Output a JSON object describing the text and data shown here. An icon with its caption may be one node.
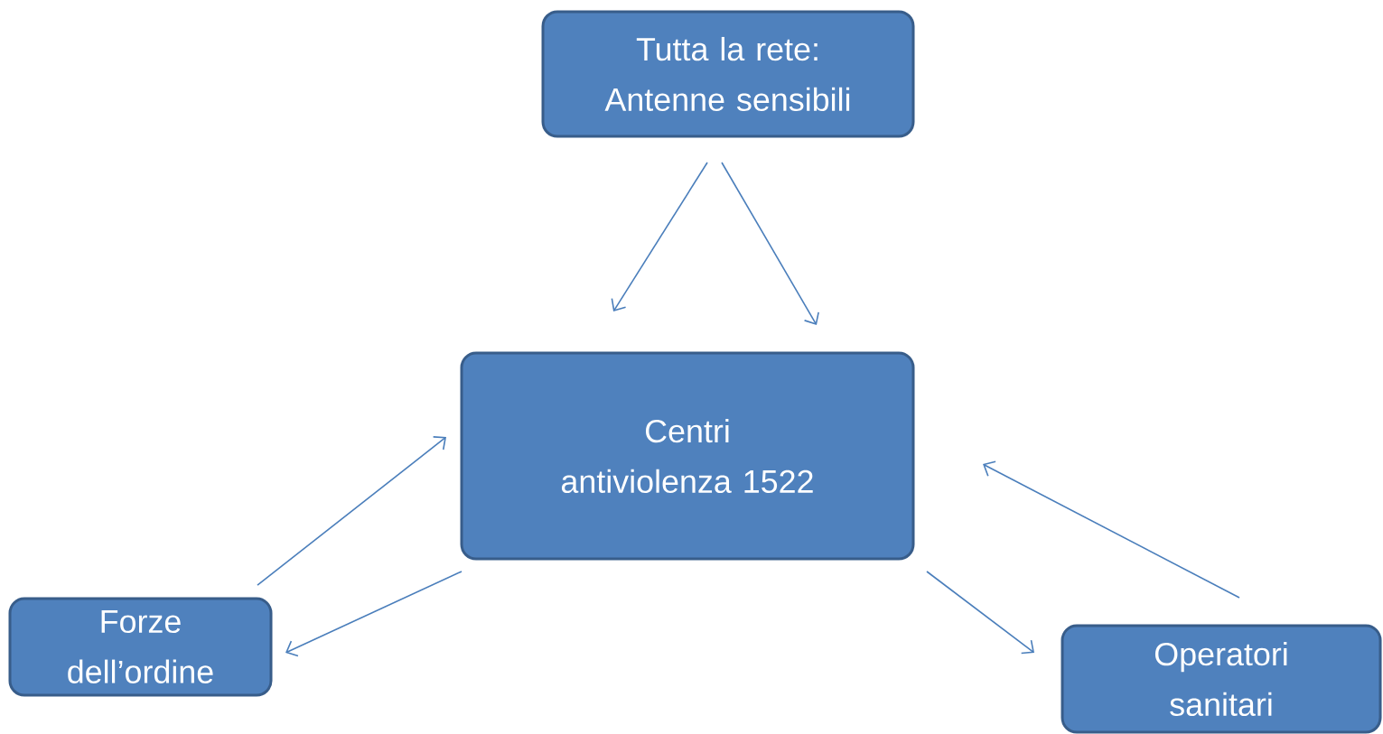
{
  "diagram": {
    "nodes": [
      {
        "text": [
          "Tutta la rete: Antenne sensibili"
        ]
      },
      {
        "text": [
          "Centri antiviolenza 1522"
        ]
      },
      {
        "text": [
          "Forze dell’ordine"
        ]
      },
      {
        "text": [
          "Operatori sanitari"
        ]
      }
    ],
    "edges": [
      {
        "from": 0,
        "to": 1,
        "arrow": "to"
      },
      {
        "from": 0,
        "to": 1,
        "arrow": "to"
      },
      {
        "from": 2,
        "to": 1,
        "arrow": "to"
      },
      {
        "from": 1,
        "to": 2,
        "arrow": "to"
      },
      {
        "from": 1,
        "to": 3,
        "arrow": "to"
      },
      {
        "from": 3,
        "to": 1,
        "arrow": "to"
      }
    ]
  }
}
